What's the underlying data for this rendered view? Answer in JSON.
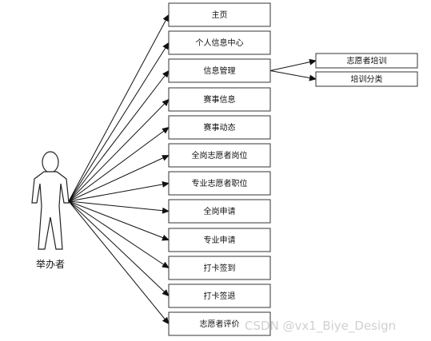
{
  "actor": {
    "label": "举办者"
  },
  "functions": [
    {
      "id": "f1",
      "label": "主页"
    },
    {
      "id": "f2",
      "label": "个人信息中心"
    },
    {
      "id": "f3",
      "label": "信息管理"
    },
    {
      "id": "f4",
      "label": "赛事信息"
    },
    {
      "id": "f5",
      "label": "赛事动态"
    },
    {
      "id": "f6",
      "label": "全岗志愿者岗位"
    },
    {
      "id": "f7",
      "label": "专业志愿者职位"
    },
    {
      "id": "f8",
      "label": "全岗申请"
    },
    {
      "id": "f9",
      "label": "专业申请"
    },
    {
      "id": "f10",
      "label": "打卡签到"
    },
    {
      "id": "f11",
      "label": "打卡签退"
    },
    {
      "id": "f12",
      "label": "志愿者评价"
    }
  ],
  "sub_functions": [
    {
      "id": "s1",
      "label": "志愿者培训",
      "parent": "f3"
    },
    {
      "id": "s2",
      "label": "培训分类",
      "parent": "f3"
    }
  ],
  "watermark": "CSDN @vx1_Biye_Design",
  "colors": {
    "line": "#111111",
    "box_border": "#333333",
    "watermark": "#d0d0d0"
  }
}
